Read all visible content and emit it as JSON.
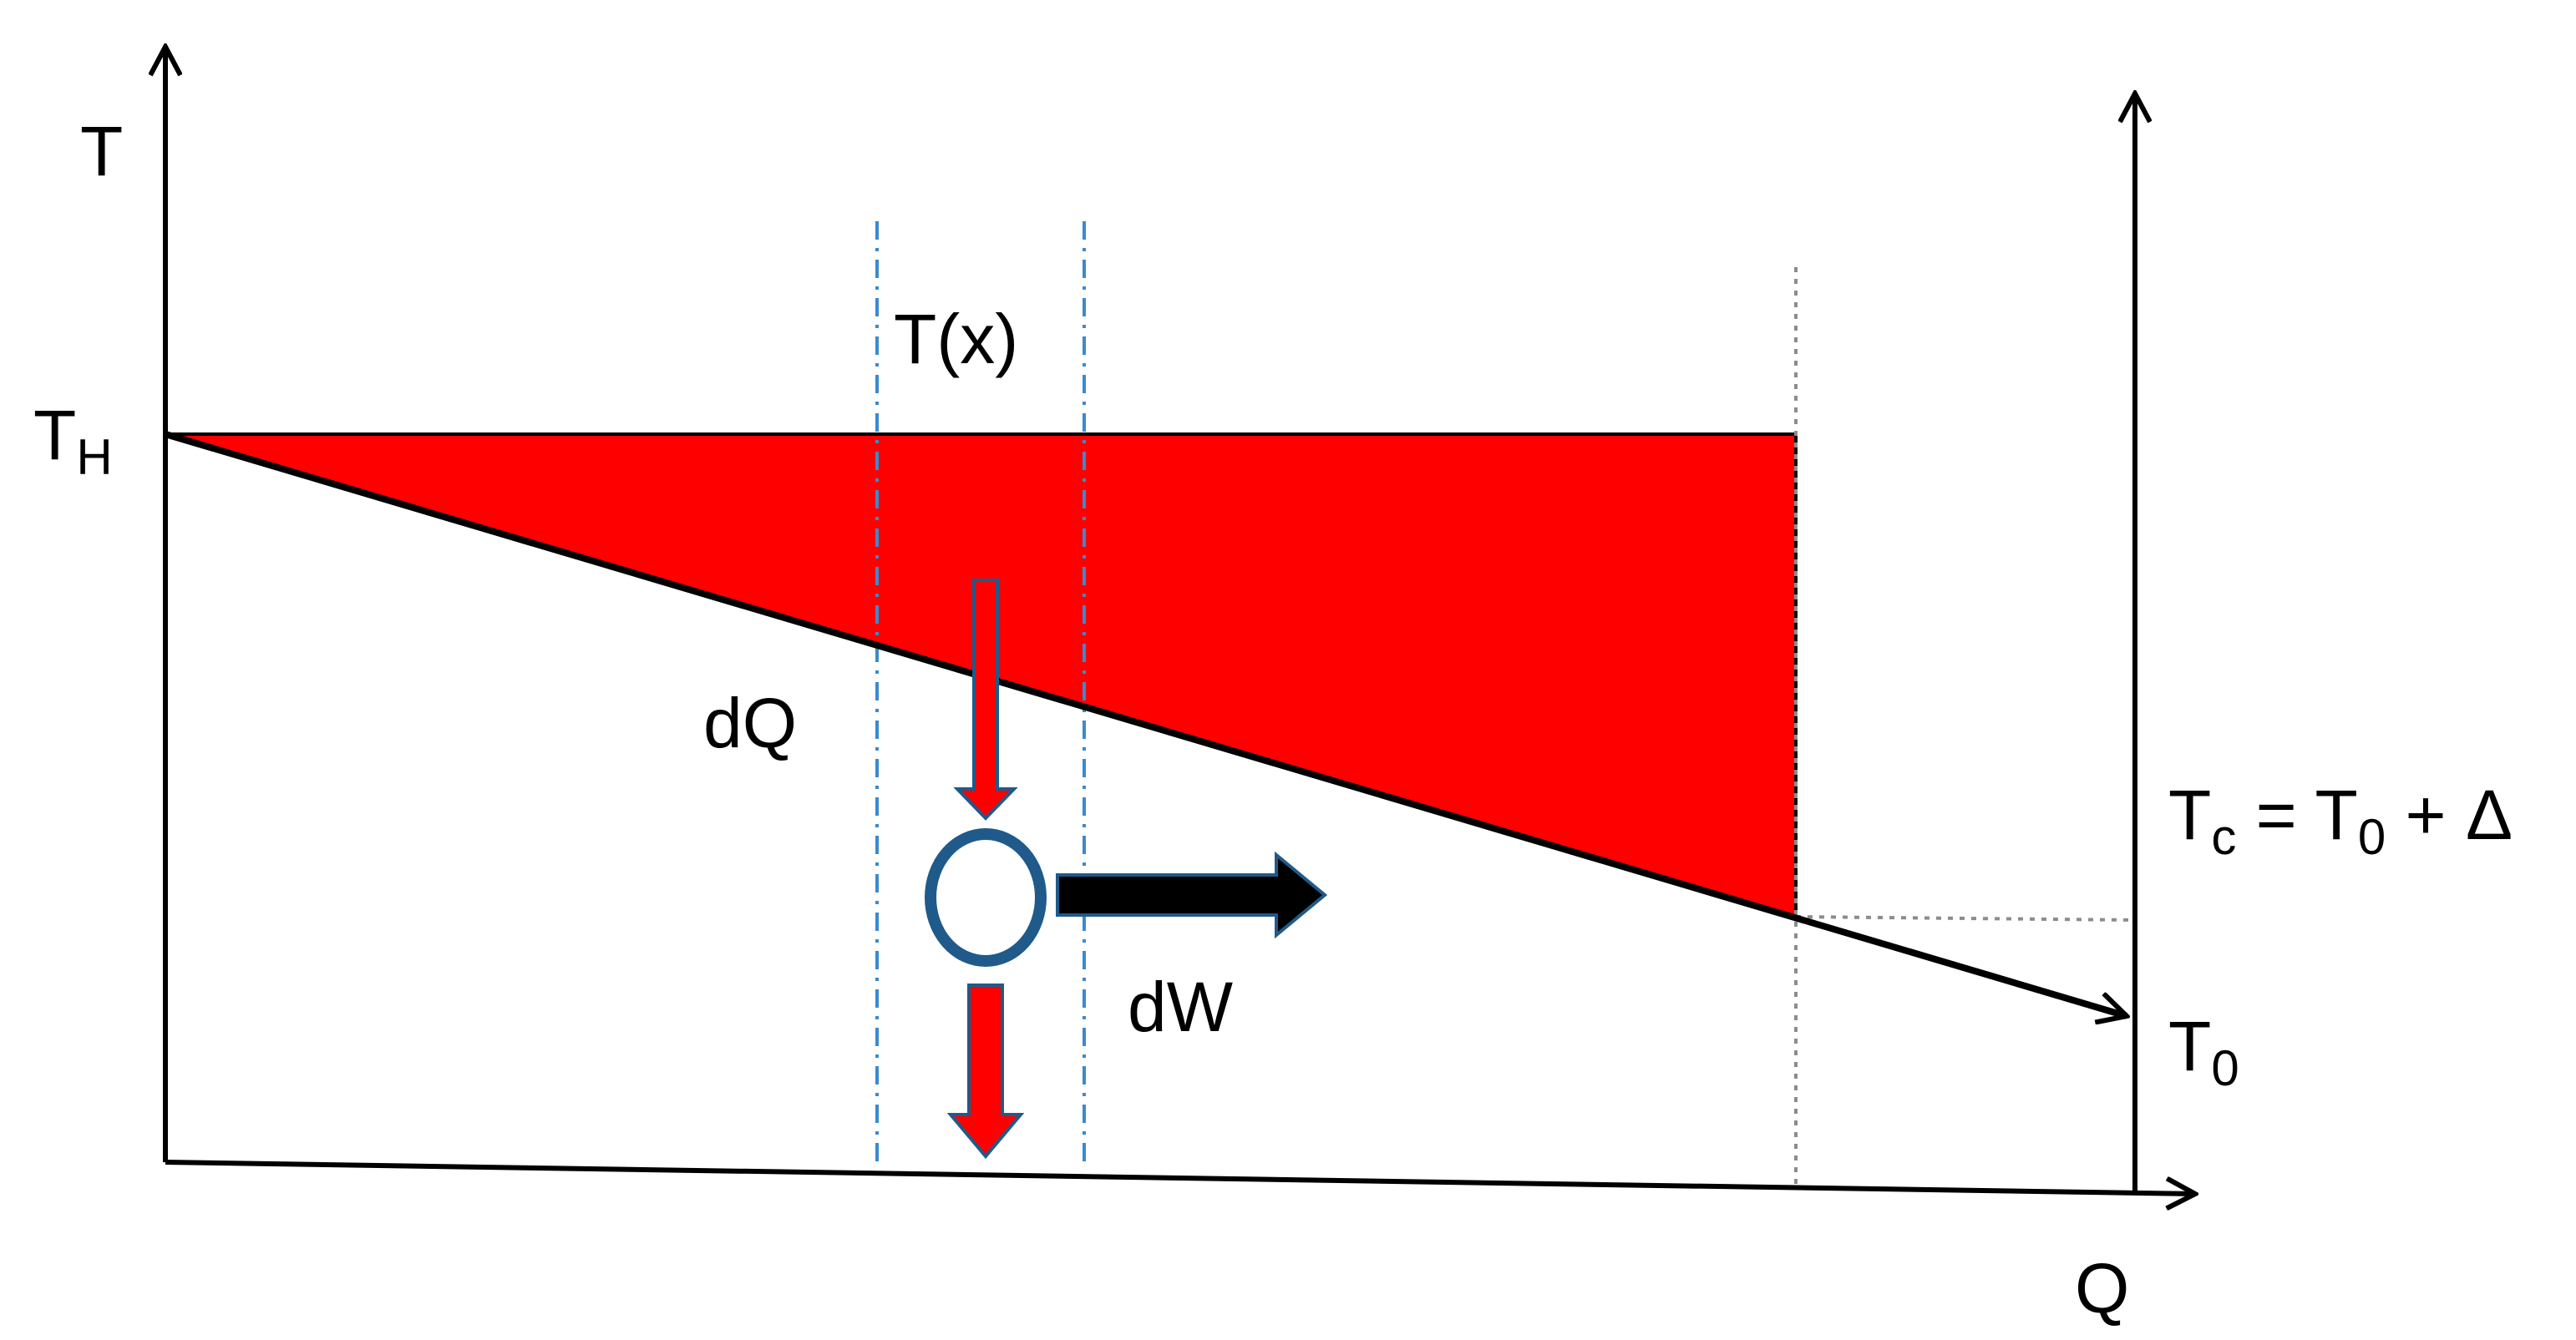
{
  "labels": {
    "y_axis": "T",
    "x_axis": "Q",
    "th_main": "T",
    "th_sub": "H",
    "tx": "T(x)",
    "dq": "dQ",
    "dw": "dW",
    "tc_main": "T",
    "tc_sub": "c",
    "tc_rest": " = T",
    "tc_sub2": "0",
    "tc_tail": " + Δ",
    "t0_main": "T",
    "t0_sub": "0"
  },
  "colors": {
    "region_fill": "#ff0000",
    "engine_stroke": "#1f5a8a",
    "guide_line": "#3a8ad0",
    "dotted_line": "#8c8c8c",
    "axis": "#000000"
  },
  "icons": {
    "engine": "circle-engine-icon",
    "heat_in": "arrow-down-icon",
    "heat_out": "arrow-down-icon",
    "work_out": "arrow-right-icon"
  }
}
